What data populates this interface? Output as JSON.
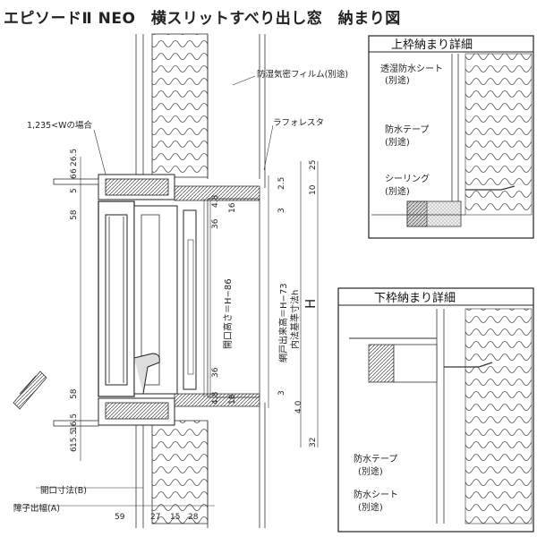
{
  "title": "エピソードⅡ NEO　横スリットすべり出し窓　納まり図",
  "detail_top": {
    "title": "上枠納まり詳細",
    "labels": [
      "透湿防水シート",
      "(別途)",
      "防水テープ",
      "(別途)",
      "シーリング",
      "(別途)"
    ]
  },
  "detail_bottom": {
    "title": "下枠納まり詳細",
    "labels": [
      "防水テープ",
      "(別途)",
      "防水シート",
      "(別途)"
    ]
  },
  "main": {
    "film_label": "防湿気密フィルム(別途)",
    "case_label": "1,235<Wの場合",
    "lafo_label": "ラフォレスタ",
    "opening_height": "開口高さ＝H−86",
    "screen_height": "網戸出来高＝H−73",
    "inner_ref": "内法基準寸法h",
    "H": "H",
    "opening_dim_B": "開口寸法(B)",
    "obstacle_A": "障子出幅(A)"
  },
  "dims": {
    "left": [
      "6",
      "26.5",
      "5",
      "6",
      "58",
      "58",
      "16.5",
      "15.5",
      "6"
    ],
    "center": [
      "4.8",
      "16",
      "36",
      "36",
      "4.8",
      "18"
    ],
    "right": [
      "25",
      "2.5",
      "10",
      "3",
      "3",
      "4.0",
      "32"
    ],
    "bottom": [
      "59",
      "27",
      "15",
      "28"
    ]
  }
}
